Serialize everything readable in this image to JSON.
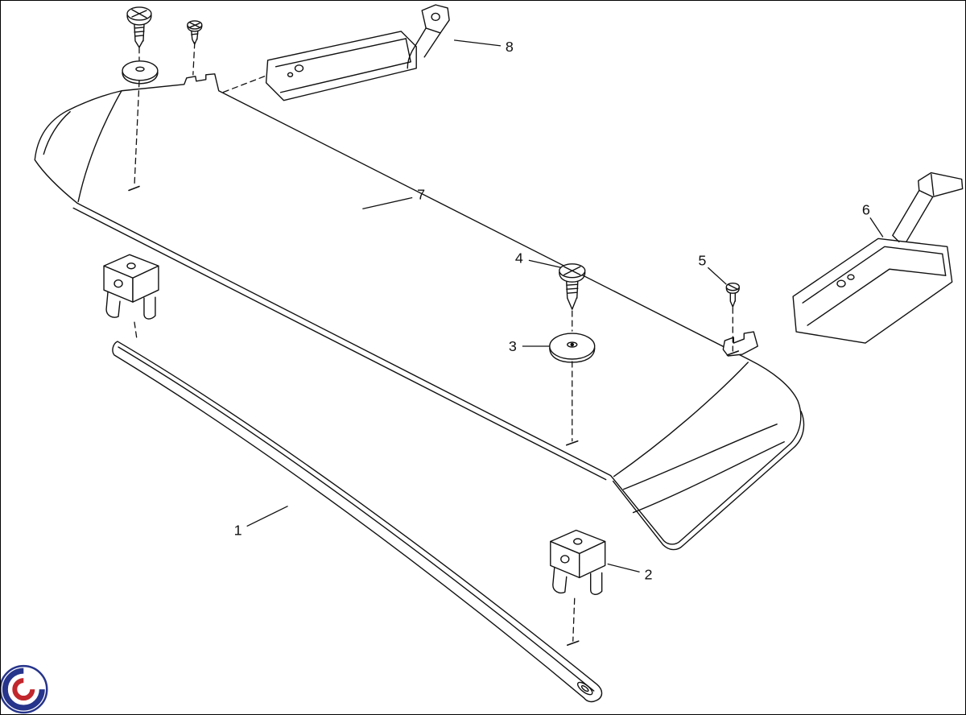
{
  "page": {
    "background": "#ffffff",
    "border_color": "#000000"
  },
  "diagram": {
    "ink": "#111111",
    "callouts": [
      {
        "label": "1"
      },
      {
        "label": "2"
      },
      {
        "label": "3"
      },
      {
        "label": "4"
      },
      {
        "label": "5"
      },
      {
        "label": "6"
      },
      {
        "label": "7"
      },
      {
        "label": "8"
      }
    ]
  },
  "logo": {
    "icon": "swirl-logo",
    "ring_color": "#26348b",
    "swirl_outer_color": "#26348b",
    "swirl_inner_color": "#c1272d"
  }
}
